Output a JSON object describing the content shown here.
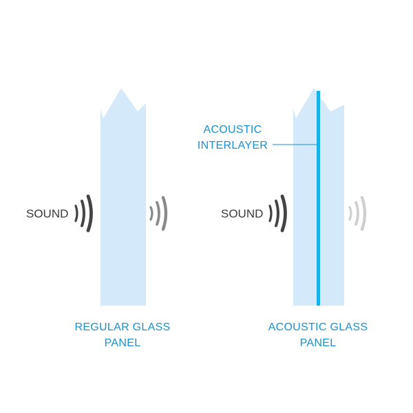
{
  "colors": {
    "glass": "#d4e9fa",
    "interlayer": "#16b2e6",
    "label_blue": "#1a8fd1",
    "wave_dark": "#444444",
    "wave_mid": "#8a8a8a",
    "wave_light": "#cfcfcf",
    "text_dark": "#3a3a3a"
  },
  "regular_panel": {
    "sound_label": "SOUND",
    "caption_line1": "REGULAR GLASS",
    "caption_line2": "PANEL"
  },
  "acoustic_panel": {
    "sound_label": "SOUND",
    "caption_line1": "ACOUSTIC GLASS",
    "caption_line2": "PANEL",
    "interlayer_line1": "ACOUSTIC",
    "interlayer_line2": "INTERLAYER"
  }
}
